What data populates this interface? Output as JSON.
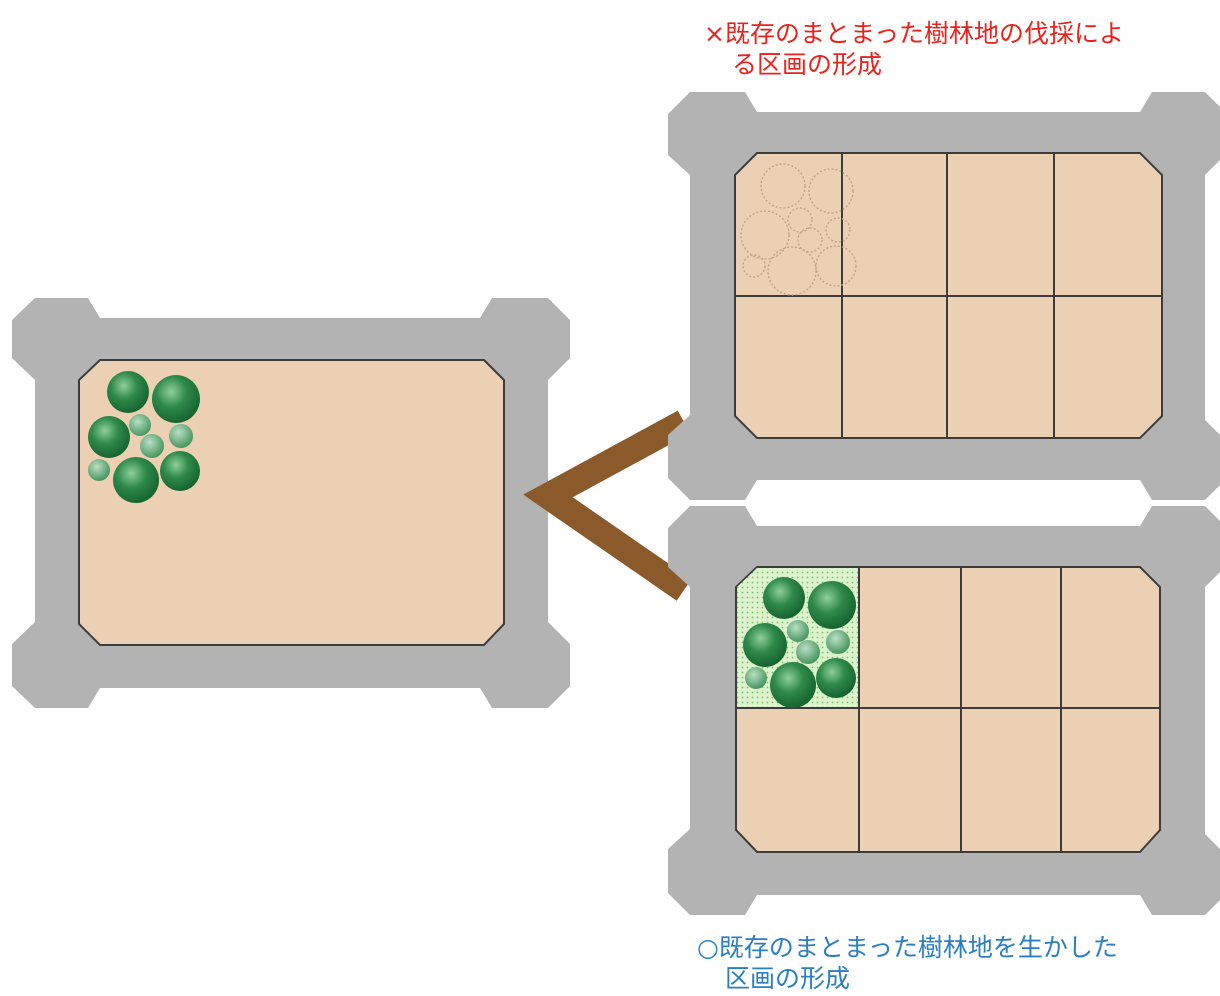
{
  "captions": {
    "bad": {
      "line1": "×既存のまとまった樹林地の伐採によ",
      "line2": "る区画の形成"
    },
    "good": {
      "line1": "○既存のまとまった樹林地を生かした",
      "line2": "区画の形成"
    }
  },
  "colors": {
    "road": "#b3b3b3",
    "lot": "#ebd0b3",
    "lot_outline": "#3c3c3c",
    "tree_dark": "#1f7a3c",
    "tree_light": "#4f9a67",
    "green_space": "#d6f0c2",
    "arrow": "#8a5a2b",
    "caption_bad": "#e8221c",
    "caption_good": "#2a7fc1"
  },
  "icons": {
    "arrow": "branch-arrow-icon",
    "tree": "tree-icon",
    "removed_tree": "removed-tree-icon"
  }
}
